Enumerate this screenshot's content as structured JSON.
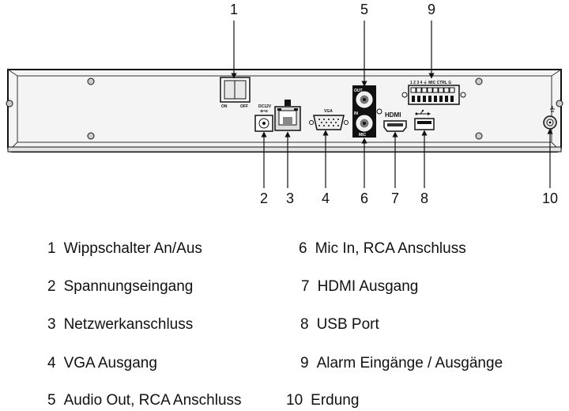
{
  "callouts": {
    "c1": "1",
    "c2": "2",
    "c3": "3",
    "c4": "4",
    "c5": "5",
    "c6": "6",
    "c7": "7",
    "c8": "8",
    "c9": "9",
    "c10": "10"
  },
  "panel_labels": {
    "switch_on": "ON",
    "switch_off": "OFF",
    "dc_top": "DC12V",
    "dc_bottom": "⊕•⊖",
    "vga": "VGA",
    "out": "OUT",
    "in": "IN",
    "mic": "MIC",
    "hdmi": "HDMI",
    "alarm_pins": "1 2 3 4 ⏚ MIC CTRL G"
  },
  "legend": [
    {
      "number": "1",
      "text": "Wippschalter An/Aus"
    },
    {
      "number": "2",
      "text": "Spannungseingang"
    },
    {
      "number": "3",
      "text": "Netzwerkanschluss"
    },
    {
      "number": "4",
      "text": "VGA Ausgang"
    },
    {
      "number": "5",
      "text": "Audio Out, RCA Anschluss"
    },
    {
      "number": "6",
      "text": "Mic In, RCA Anschluss"
    },
    {
      "number": "7",
      "text": "HDMI Ausgang"
    },
    {
      "number": "8",
      "text": "USB Port"
    },
    {
      "number": "9",
      "text": "Alarm Eingänge / Ausgänge"
    },
    {
      "number": "10",
      "text": "Erdung"
    }
  ]
}
